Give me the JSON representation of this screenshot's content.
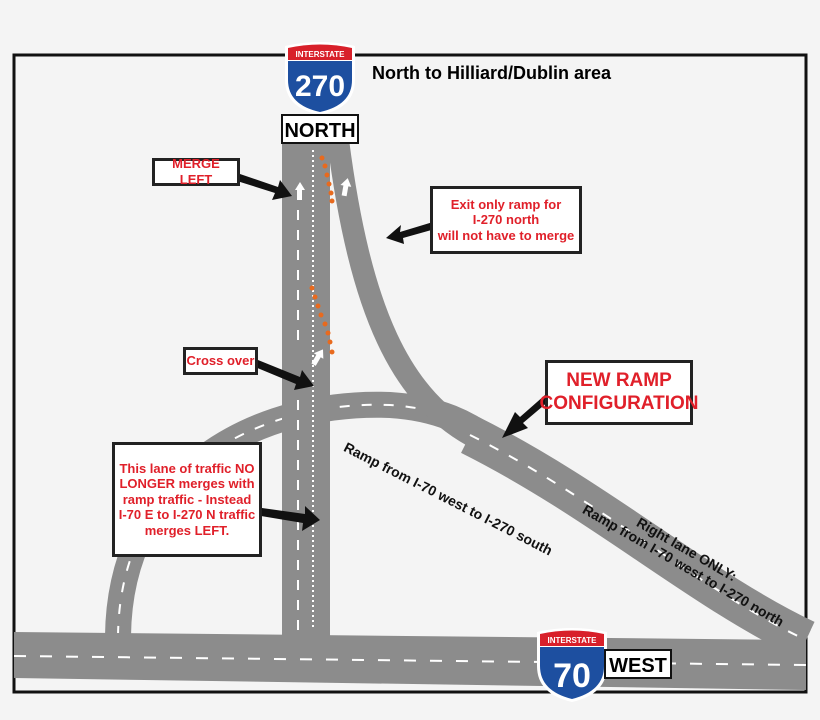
{
  "shields": {
    "top": {
      "banner": "INTERSTATE",
      "number": "270",
      "direction": "NORTH"
    },
    "bottom": {
      "banner": "INTERSTATE",
      "number": "70",
      "direction": "WEST"
    }
  },
  "heading": "North to Hilliard/Dublin area",
  "callouts": {
    "merge_left": "MERGE LEFT",
    "cross_over": "Cross over",
    "exit_only": [
      "Exit only ramp for",
      "I-270 north",
      "will not have to merge"
    ],
    "new_ramp": [
      "NEW RAMP",
      "CONFIGURATION"
    ],
    "no_longer": [
      "This lane of traffic NO",
      "LONGER merges with",
      "ramp traffic - Instead",
      "I-70 E to I-270 N traffic",
      "merges LEFT."
    ]
  },
  "road_labels": {
    "ramp_south": "Ramp from I-70 west to I-270 south",
    "right_lane": "Right lane ONLY:",
    "ramp_north": "Ramp from I-70 west to I-270 north"
  },
  "colors": {
    "road": "#8c8c8c",
    "callout_text": "#e0202a",
    "shield_blue": "#1d4fa0",
    "shield_red": "#d8202a",
    "cone": "#e86a1e"
  }
}
